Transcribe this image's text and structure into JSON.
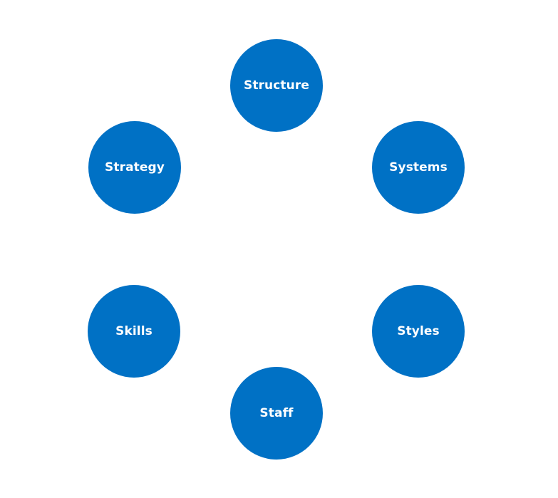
{
  "colors": {
    "node_fill": "#0071C5",
    "label_text": "#FFFFFF",
    "background": "#FFFFFF"
  },
  "nodes": {
    "structure": {
      "label": "Structure"
    },
    "strategy": {
      "label": "Strategy"
    },
    "systems": {
      "label": "Systems"
    },
    "skills": {
      "label": "Skills"
    },
    "styles": {
      "label": "Styles"
    },
    "staff": {
      "label": "Staff"
    }
  }
}
